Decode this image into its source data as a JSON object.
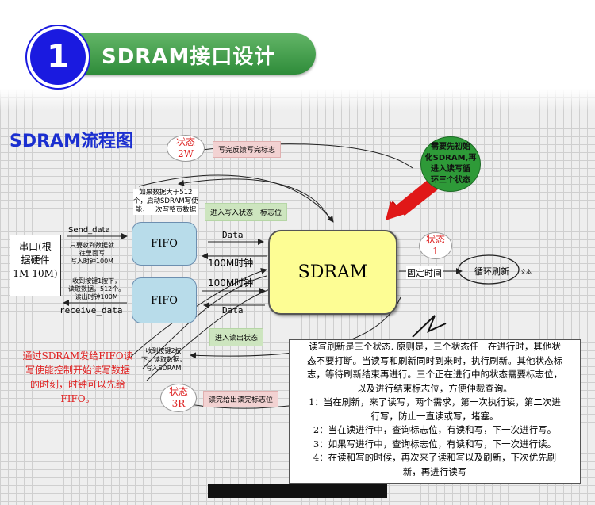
{
  "header": {
    "number": "1",
    "title": "SDRAM接口设计"
  },
  "diagram": {
    "title": "SDRAM流程图",
    "nodes": {
      "serial_port": [
        "串口(根",
        "据硬件",
        "1M-10M)"
      ],
      "fifo_top": "FIFO",
      "fifo_bottom": "FIFO",
      "sdram": "SDRAM",
      "refresh": "循环刷新",
      "fixed_time": "固定时间",
      "green_circle": [
        "需要先初始",
        "化SDRAM,再",
        "进入读写循",
        "环三个状态"
      ]
    },
    "states": {
      "write": [
        "状态",
        "2W"
      ],
      "idle": [
        "状态",
        "1"
      ],
      "read": [
        "状态",
        "3R"
      ]
    },
    "labels": {
      "send_data": "Send_data",
      "receive_data": "receive_data",
      "data_top": "Data",
      "data_bottom": "Data",
      "clock_top": "100M时钟",
      "clock_bottom": "100M时钟",
      "write_feedback": "写完反馈写完标志",
      "enter_write": "进入写入状态一标志位",
      "enter_read": "进入读出状态",
      "read_feedback": "读完给出读完标志位",
      "small_text": "文本"
    },
    "notes": {
      "fifo_write": [
        "如果数据大于512",
        "个，启动SDRAM写使",
        "能，一次写整页数据"
      ],
      "serial_in": [
        "只要收到数据就",
        "往里面写",
        "写入时钟100M"
      ],
      "serial_out": [
        "收到按键1按下，",
        "读取数据，512个。",
        "读出时钟100M"
      ],
      "read_key": [
        "收到按键2按",
        "下，读取数据，",
        "写入SDRAM"
      ],
      "red_note": "通过SDRAM发给FIFO读写使能控制开始读写数据的时刻，时钟可以先给FIFO。",
      "explanation": [
        "读写刷新是三个状态. 原则是，三个状态任一在进行时，其他状",
        "态不要打断。当读写和刷新同时到来时，执行刷新。其他状态标",
        "志，等待刷新结束再进行。三个正在进行中的状态需要标志位，",
        "以及进行结束标志位，方便仲裁查询。",
        "1：当在刷新，来了读写，两个需求，第一次执行读，第二次进",
        "行写，防止一直读或写，堵塞。",
        "2：当在读进行中，查询标志位，有读和写，下一次进行写。",
        "3：如果写进行中，查询标志位，有读和写，下一次进行读。",
        "4：在读和写的时候，再次来了读和写以及刷新，下次优先刷",
        "新，再进行读写"
      ]
    }
  },
  "colors": {
    "badge": "#1a1ae0",
    "pill": "#3e9a45",
    "title_blue": "#1b2fd0",
    "sdram_fill": "#fdfd94",
    "fifo_fill": "#b8dcea",
    "red": "#e02020",
    "arrow_red": "#e01818"
  }
}
